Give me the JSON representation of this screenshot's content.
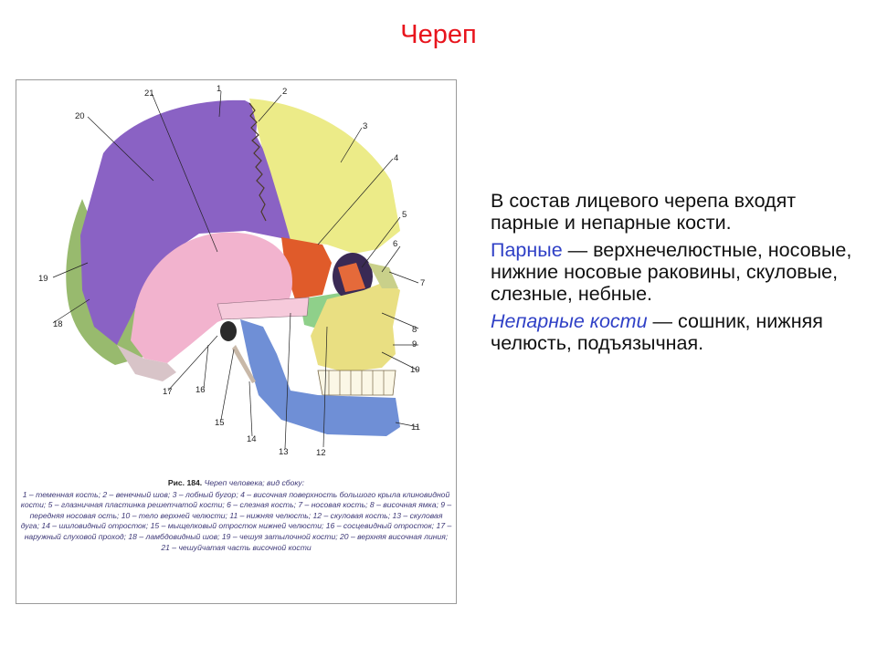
{
  "slide": {
    "title": "Череп"
  },
  "figure": {
    "labels": [
      "1",
      "2",
      "3",
      "4",
      "5",
      "6",
      "7",
      "8",
      "9",
      "10",
      "11",
      "12",
      "13",
      "14",
      "15",
      "16",
      "17",
      "18",
      "19",
      "20",
      "21"
    ],
    "caption_label": "Рис. 184.",
    "caption_title": "Череп человека; вид сбоку:",
    "caption_body": "1 – теменная кость; 2 – венечный шов; 3 – лобный бугор; 4 – височная поверхность большого крыла клиновидной кости; 5 – глазничная пластинка решетчатой кости; 6 – слезная кость; 7 – носовая кость; 8 – височная ямка; 9 – передняя носовая ость; 10 – тело верхней челюсти; 11 – нижняя челюсть; 12 – скуловая кость; 13 – скуловая дуга; 14 – шиловидный отросток; 15 – мыщелковый отросток нижней челюсти; 16 – сосцевидный отросток; 17 – наружный слуховой проход; 18 – ламбдовидный шов; 19 – чешуя затылочной кости; 20 – верхняя височная линия; 21 – чешуйчатая часть височной кости"
  },
  "text": {
    "p1": "В состав лицевого черепа входят парные и непарные кости.",
    "p2_term": "Парные",
    "p2_rest": " — верхнечелюстные, носовые, нижние носовые раковины, скуловые, слезные, небные.",
    "p3_term": "Непарные кости",
    "p3_rest": " — сошник, нижняя челюсть, подъязычная."
  },
  "colors": {
    "title": "#e8141c",
    "highlight": "#2f40c6",
    "parietal": "#8a62c4",
    "frontal": "#eceb88",
    "temporal": "#f2b3ce",
    "occipital": "#98ba6e",
    "mandible": "#6f8fd6",
    "maxilla": "#e9df82",
    "zygomatic": "#8fd08a",
    "sphenoid": "#e05b2a"
  }
}
